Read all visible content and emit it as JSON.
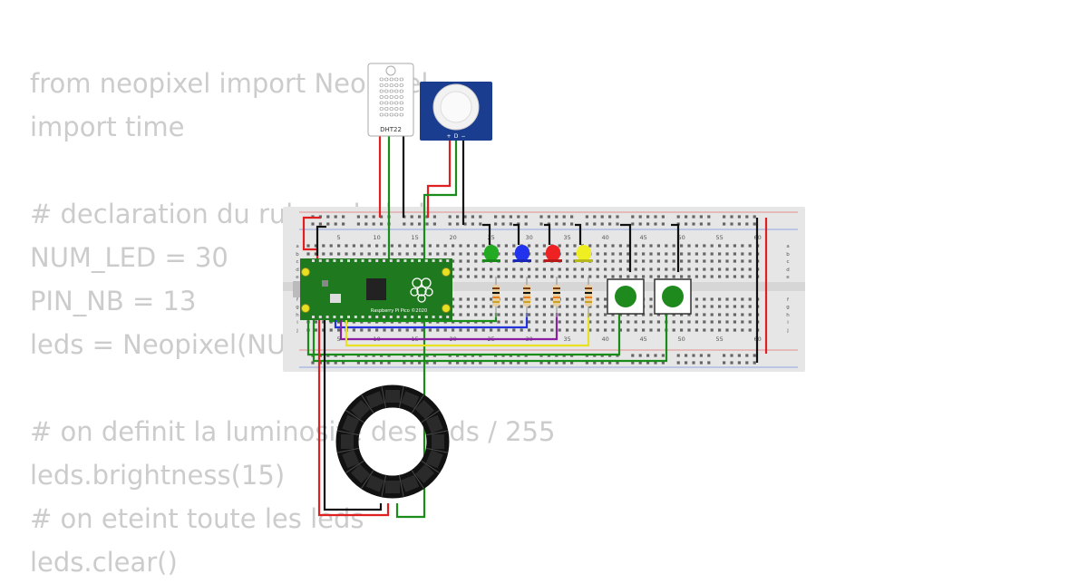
{
  "code_lines": [
    "from neopixel import Neopixel",
    "import time",
    "",
    "# declaration du ruban de leds",
    "NUM_LED = 30",
    "PIN_NB = 13",
    "leds = Neopixel(NUM_LED, 0, PIN_NB, \"GRB\")",
    "",
    "# on definit la luminosite des leds / 255",
    "leds.brightness(15)",
    "# on eteint toute les leds",
    "leds.clear()"
  ],
  "circuit": {
    "dht_label": "DHT22",
    "pir_pin_labels": [
      "+",
      "D",
      "−"
    ],
    "pico_label": "Raspberry Pi Pico ©2020",
    "breadboard": {
      "column_numbers": [
        "5",
        "10",
        "15",
        "20",
        "25",
        "30",
        "35",
        "40",
        "45",
        "50",
        "55",
        "60"
      ],
      "row_letters_top": [
        "a",
        "b",
        "c",
        "d",
        "e"
      ],
      "row_letters_bottom": [
        "f",
        "g",
        "h",
        "i",
        "j"
      ]
    },
    "colors": {
      "led_green": "#22aa22",
      "led_blue": "#2233ee",
      "led_red": "#ee2222",
      "led_yellow": "#eeee22",
      "pico_board": "#1f7a1f",
      "button": "#1e8a1e",
      "pir_body": "#1a3d8f",
      "wire_red": "#e02020",
      "wire_black": "#111111",
      "wire_green": "#1a8c1a",
      "wire_blue": "#2233dd",
      "wire_purple": "#8a1fa0",
      "wire_yellow": "#e8e020"
    }
  }
}
